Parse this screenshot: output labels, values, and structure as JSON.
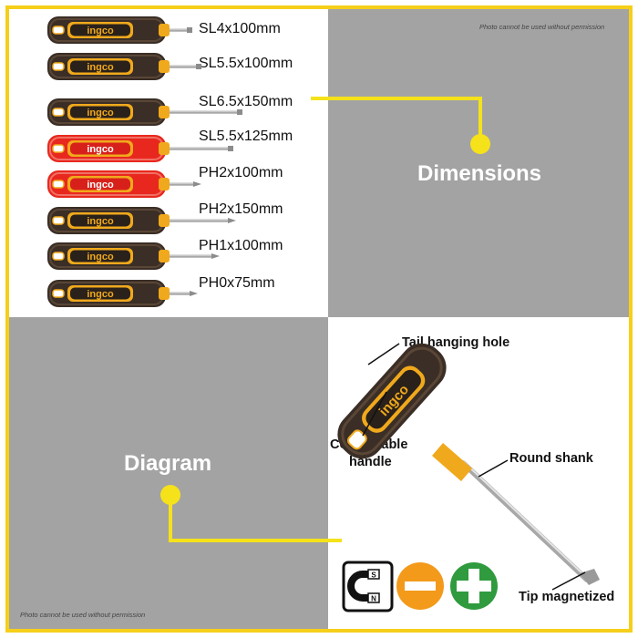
{
  "notices": {
    "top": "Photo cannot be used without permission",
    "bottom": "Photo cannot be used without permission"
  },
  "sections": {
    "dimensions": "Dimensions",
    "diagram": "Diagram"
  },
  "brand": "ingco",
  "sizes": [
    {
      "label": "SL4x100mm",
      "tip": "slotted",
      "handle": "black"
    },
    {
      "label": "SL5.5x100mm",
      "tip": "slotted",
      "handle": "black"
    },
    {
      "label": "SL6.5x150mm",
      "tip": "slotted",
      "handle": "black"
    },
    {
      "label": "SL5.5x125mm",
      "tip": "slotted",
      "handle": "red"
    },
    {
      "label": "PH2x100mm",
      "tip": "phillips",
      "handle": "red"
    },
    {
      "label": "PH2x150mm",
      "tip": "phillips",
      "handle": "black"
    },
    {
      "label": "PH1x100mm",
      "tip": "phillips",
      "handle": "black"
    },
    {
      "label": "PH0x75mm",
      "tip": "phillips",
      "handle": "black"
    }
  ],
  "callouts": {
    "tail": "Tail hanging hole",
    "handle_line1": "Comfortable",
    "handle_line2": "handle",
    "shank": "Round shank",
    "tip": "Tip magnetized"
  },
  "feature_icons": [
    "magnet-icon",
    "slotted-tip-icon",
    "phillips-tip-icon"
  ],
  "colors": {
    "accent": "#f5cf1a",
    "panel_gray": "#a3a3a3",
    "handle_black": "#3a2e26",
    "handle_orange": "#f0a91c",
    "handle_red": "#e8281e",
    "slotted_icon": "#f39a1b",
    "phillips_icon": "#2f9a3e"
  }
}
